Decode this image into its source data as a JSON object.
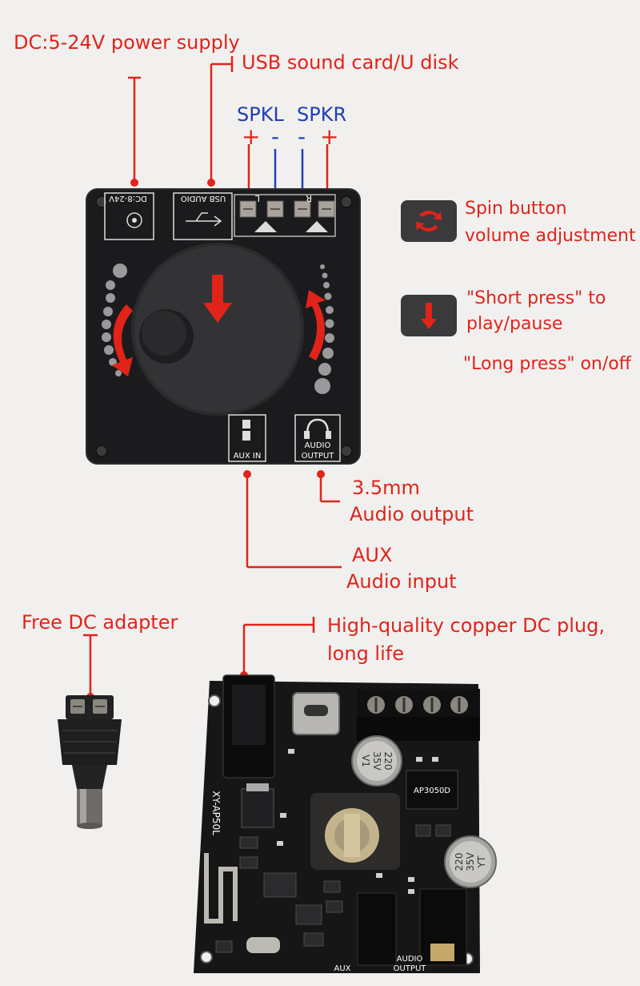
{
  "labels": {
    "power": "DC:5-24V power supply",
    "usb": "USB sound card/U disk",
    "spkl": "SPKL",
    "spkr": "SPKR",
    "plus": "+",
    "minus": "-",
    "spin1": "Spin button",
    "spin2": "volume adjustment",
    "short1": "\"Short press\" to",
    "short2": "play/pause",
    "long": "\"Long press\" on/off",
    "out1": "3.5mm",
    "out2": "Audio output",
    "aux1": "AUX",
    "aux2": "Audio input",
    "adapter": "Free DC adapter",
    "plug1": "High-quality copper DC plug,",
    "plug2": "long life"
  },
  "board": {
    "dc": "DC:8-24V",
    "usb": "USB AUDIO",
    "l": "L",
    "r": "R",
    "aux_in": "AUX IN",
    "audio": "AUDIO",
    "output": "OUTPUT"
  },
  "pcb": {
    "model": "XY-AP50L",
    "cap1a": "220",
    "cap1b": "35V",
    "cap1c": "V1",
    "cap2a": "220",
    "cap2b": "35V",
    "cap2c": "YT",
    "chip": "AP3050D",
    "aux": "AUX",
    "audio": "AUDIO",
    "output": "OUTPUT"
  },
  "colors": {
    "red": "#e2231a",
    "blue": "#1f3fb4",
    "board": "#1b1b1d",
    "bg": "#f1f0ee"
  }
}
